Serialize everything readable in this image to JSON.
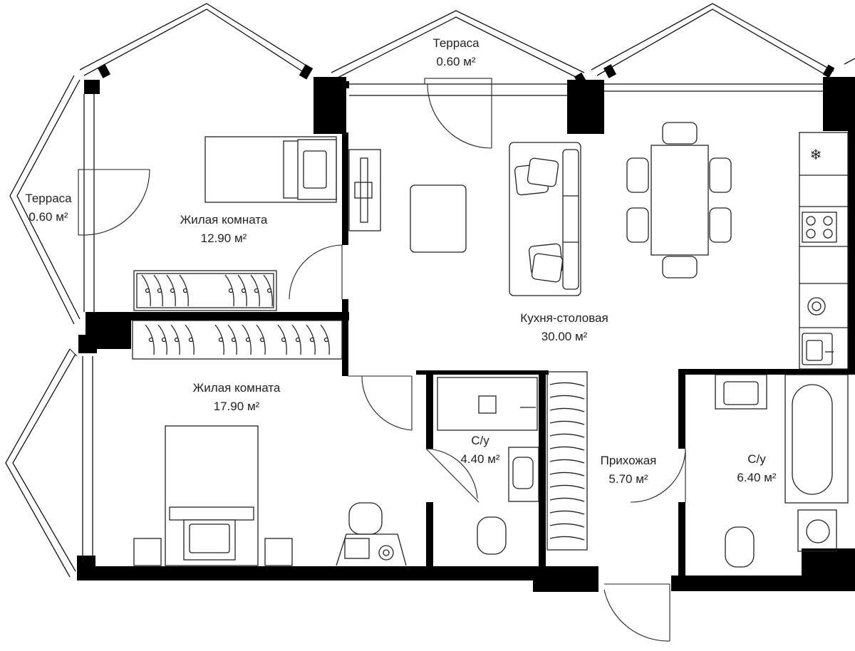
{
  "plan": {
    "rooms": [
      {
        "id": "terrace-top",
        "name": "Терраса",
        "area": "0.60 м²"
      },
      {
        "id": "terrace-left",
        "name": "Терраса",
        "area": "0.60 м²"
      },
      {
        "id": "bedroom-1",
        "name": "Жилая комната",
        "area": "12.90 м²"
      },
      {
        "id": "kitchen-dining",
        "name": "Кухня-столовая",
        "area": "30.00 м²"
      },
      {
        "id": "bedroom-2",
        "name": "Жилая комната",
        "area": "17.90 м²"
      },
      {
        "id": "bathroom-1",
        "name": "С/у",
        "area": "4.40 м²"
      },
      {
        "id": "hallway",
        "name": "Прихожая",
        "area": "5.70 м²"
      },
      {
        "id": "bathroom-2",
        "name": "С/у",
        "area": "6.40 м²"
      }
    ]
  }
}
